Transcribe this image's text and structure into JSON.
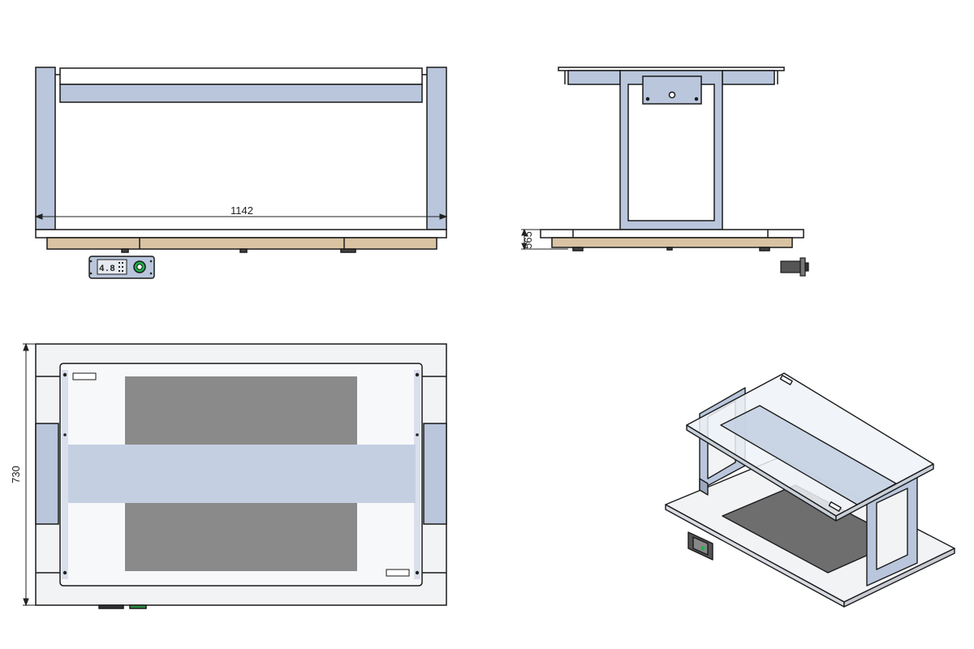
{
  "dimensions": {
    "width": "1142",
    "height": "565",
    "depth": "730"
  },
  "control_panel": {
    "display_value": "4.8"
  },
  "colors": {
    "frame_blue": "#b9c6dc",
    "wood": "#d9c3a3",
    "glass": "#f7f8fa",
    "heating_plate": "#8a8a8a",
    "line": "#1a1a1a",
    "power_button": "#1db34a"
  }
}
